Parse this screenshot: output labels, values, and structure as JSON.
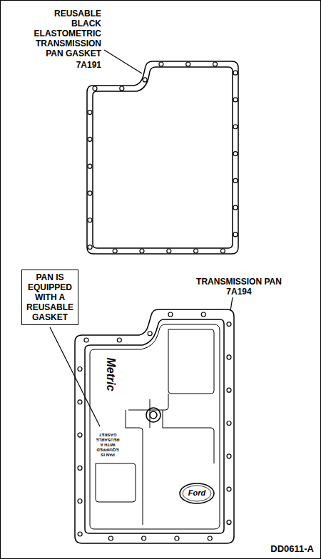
{
  "diagram": {
    "nodes": [
      {
        "text": [
          "PAN IS EQUIPPED WITH A REUSABLE GASKET"
        ]
      }
    ],
    "labels": [
      "REUSABLE BLACK ELASTOMETRIC TRANSMISSION PAN GASKET",
      "7A191",
      "TRANSMISSION PAN",
      "7A194",
      "Metric",
      "PAN IS EQUIPPED WITH A REUSABLE GASKET",
      "Ford",
      "DD0611-A"
    ]
  }
}
